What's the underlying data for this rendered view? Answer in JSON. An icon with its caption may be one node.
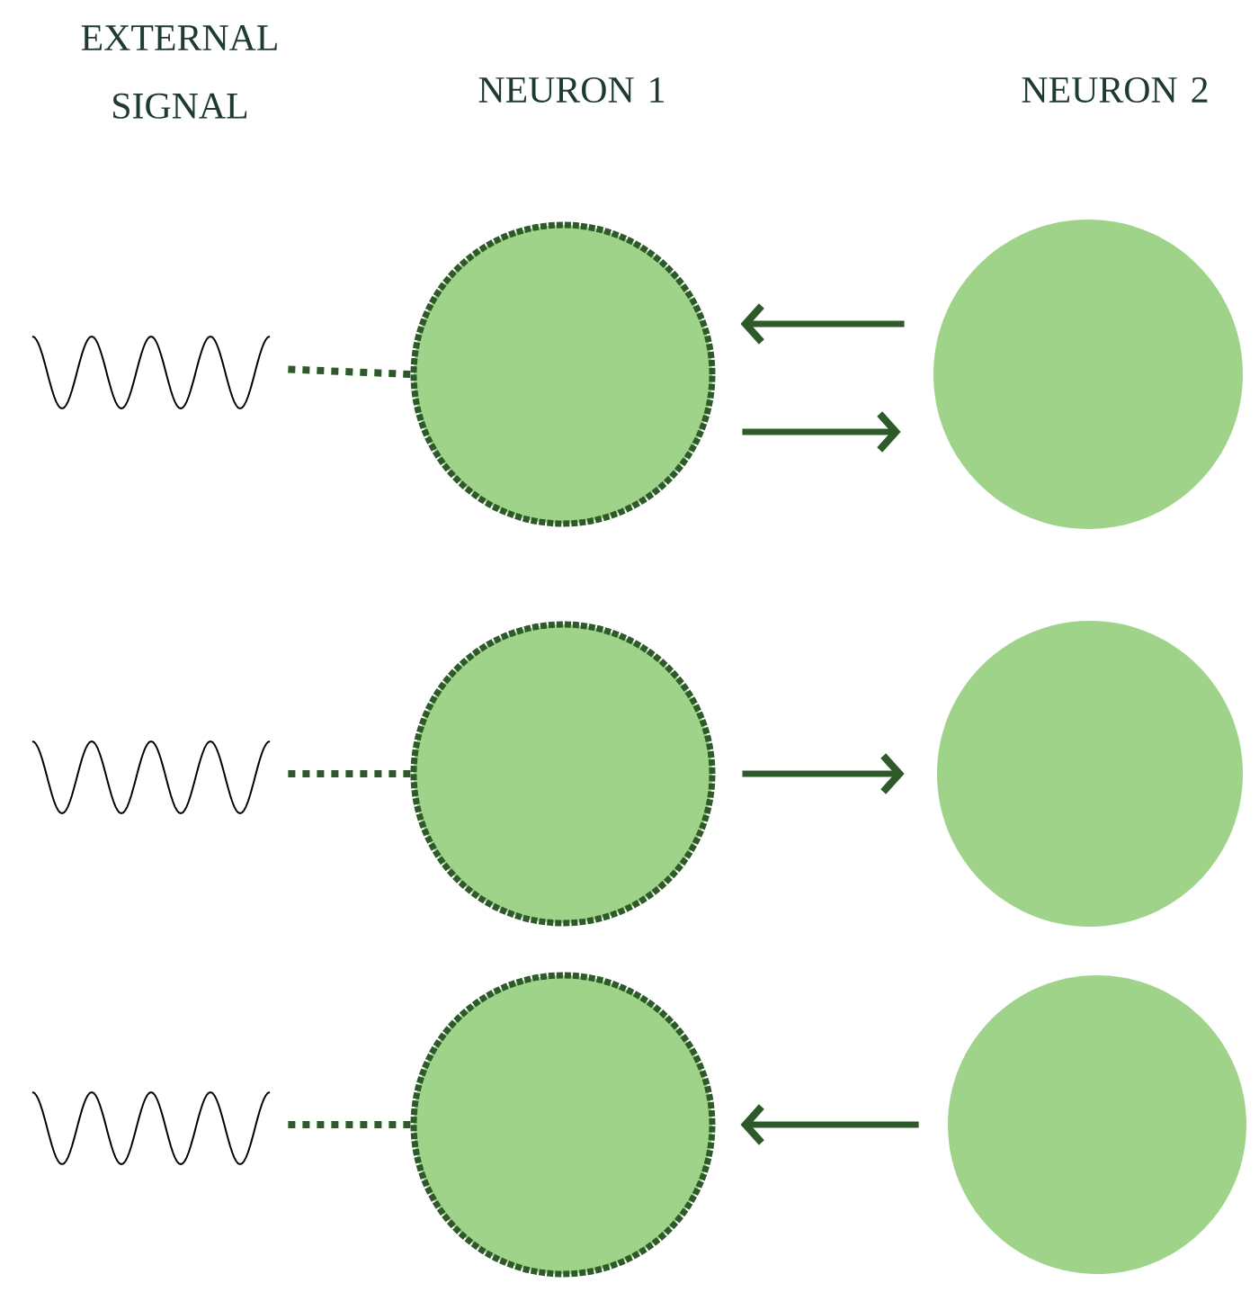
{
  "diagram": {
    "nodes": [
      {
        "text": [],
        "shape": "picture"
      },
      {
        "text": [],
        "shape": "circle"
      },
      {
        "text": [],
        "shape": "circle"
      },
      {
        "text": [],
        "shape": "picture"
      },
      {
        "text": [],
        "shape": "circle"
      },
      {
        "text": [],
        "shape": "circle"
      },
      {
        "text": [],
        "shape": "picture"
      },
      {
        "text": [],
        "shape": "circle"
      },
      {
        "text": [],
        "shape": "circle"
      }
    ],
    "edges": [
      {
        "from": 0,
        "to": 1,
        "arrow": "none",
        "style": "dashed"
      },
      {
        "from": 2,
        "to": 1,
        "arrow": "to"
      },
      {
        "from": 1,
        "to": 2,
        "arrow": "to"
      },
      {
        "from": 3,
        "to": 4,
        "arrow": "none",
        "style": "dashed"
      },
      {
        "from": 4,
        "to": 5,
        "arrow": "to"
      },
      {
        "from": 6,
        "to": 7,
        "arrow": "none",
        "style": "dashed"
      },
      {
        "from": 8,
        "to": 7,
        "arrow": "to"
      }
    ],
    "labels": [
      "EXTERNAL SIGNAL",
      "NEURON 1",
      "NEURON 2"
    ]
  }
}
